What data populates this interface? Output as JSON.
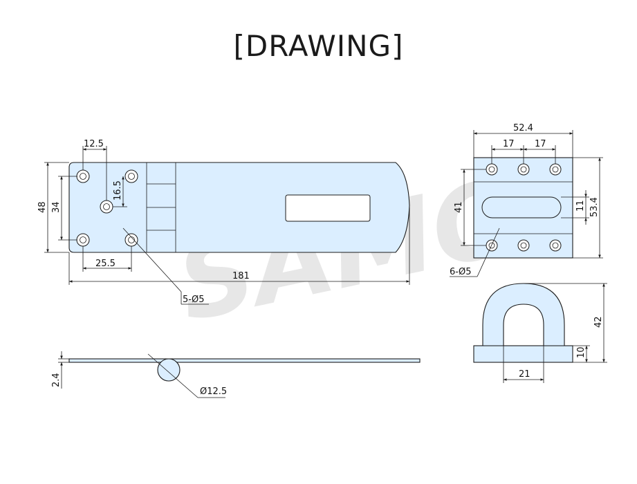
{
  "title": "[DRAWING]",
  "watermark": "SAMO",
  "top_view": {
    "dim_width": "181",
    "dim_height_outer": "48",
    "dim_height_inner": "34",
    "dim_hole_x": "12.5",
    "dim_hole_y": "16.5",
    "dim_hole_spacing": "25.5",
    "holes_label": "5-Ø5"
  },
  "side_view": {
    "dim_thickness": "2.4",
    "dim_pin": "Ø12.5"
  },
  "staple_top": {
    "dim_width": "52.4",
    "dim_spacing_1": "17",
    "dim_spacing_2": "17",
    "dim_height_outer": "53.4",
    "dim_height_inner": "41",
    "dim_slot": "11",
    "holes_label": "6-Ø5"
  },
  "staple_front": {
    "dim_height": "42",
    "dim_base": "10",
    "dim_inner_width": "21"
  }
}
